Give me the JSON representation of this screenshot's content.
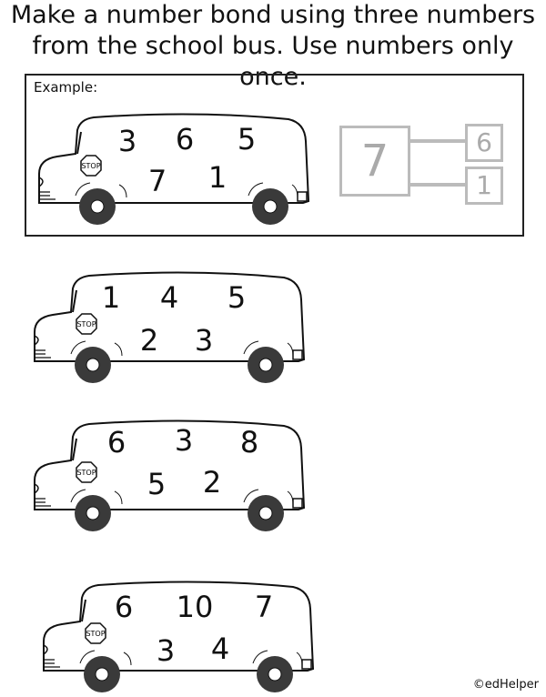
{
  "title_line1": "Make a number bond using three numbers",
  "title_line2": "from the school bus. Use numbers only once.",
  "example": {
    "label": "Example:",
    "bus_numbers": [
      "3",
      "6",
      "5",
      "7",
      "1"
    ],
    "bond": {
      "whole": "7",
      "part1": "6",
      "part2": "1"
    }
  },
  "buses": [
    {
      "numbers": [
        "1",
        "4",
        "5",
        "2",
        "3"
      ]
    },
    {
      "numbers": [
        "6",
        "3",
        "8",
        "5",
        "2"
      ]
    },
    {
      "numbers": [
        "6",
        "10",
        "7",
        "3",
        "4"
      ]
    }
  ],
  "stop_sign": "STOP",
  "copyright": "©edHelper"
}
